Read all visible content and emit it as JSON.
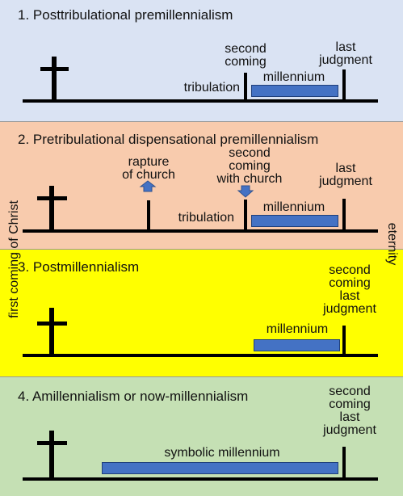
{
  "colors": {
    "panel1": "#dae3f3",
    "panel2": "#f8cbad",
    "panel3": "#ffff00",
    "panel4": "#c5e0b4",
    "millennium": "#4472c4",
    "arrow": "#4472c4",
    "line": "#000000"
  },
  "sides": {
    "left": "first coming of Christ",
    "right": "eternity"
  },
  "panels": [
    {
      "title": "1. Posttribulational premillennialism",
      "tribulation": "tribulation",
      "second_coming": [
        "second",
        "coming"
      ],
      "millennium": "millennium",
      "last_judgment": [
        "last",
        "judgment"
      ]
    },
    {
      "title": "2. Pretribulational dispensational premillennialism",
      "rapture": [
        "rapture",
        "of church"
      ],
      "second_coming": [
        "second",
        "coming",
        "with church"
      ],
      "tribulation": "tribulation",
      "millennium": "millennium",
      "last_judgment": [
        "last",
        "judgment"
      ]
    },
    {
      "title": "3. Postmillennialism",
      "second_coming_last_judgment": [
        "second",
        "coming",
        "last",
        "judgment"
      ],
      "millennium": "millennium"
    },
    {
      "title": "4. Amillennialism or now-millennialism",
      "second_coming_last_judgment": [
        "second",
        "coming",
        "last",
        "judgment"
      ],
      "millennium": "symbolic millennium"
    }
  ]
}
